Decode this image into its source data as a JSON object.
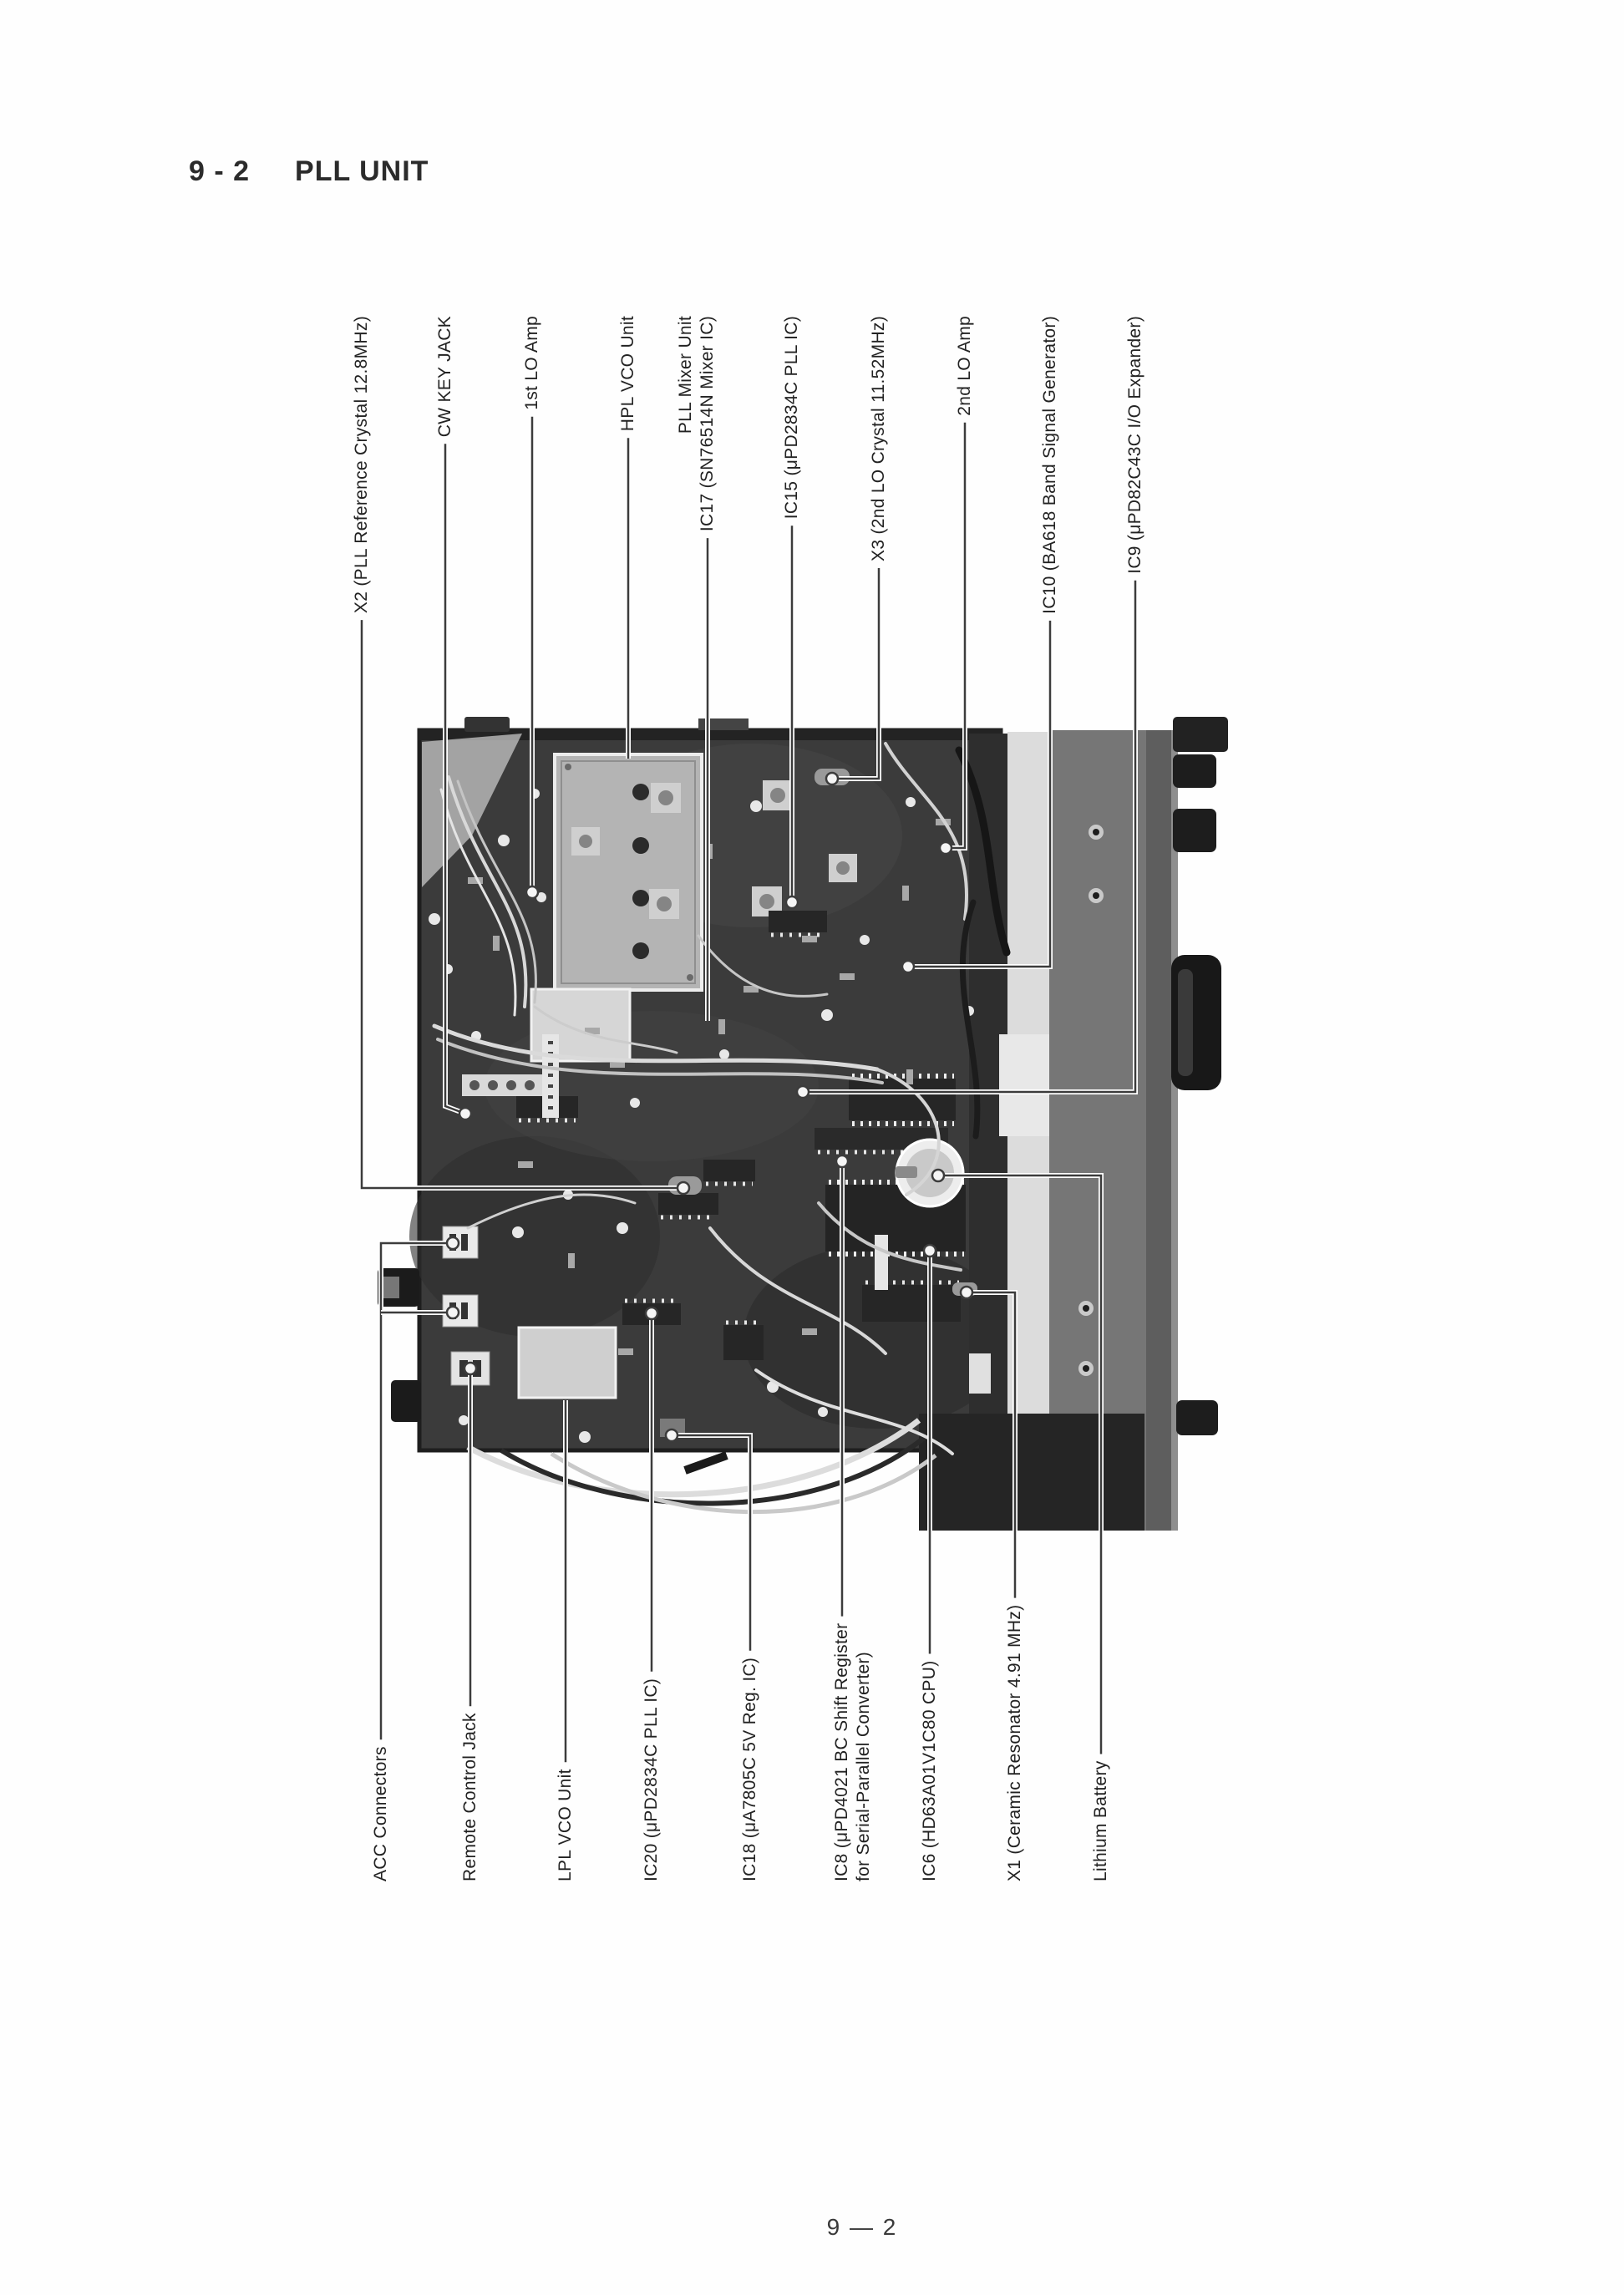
{
  "page": {
    "section_number": "9 - 2",
    "section_title": "PLL UNIT",
    "page_number": "9 — 2"
  },
  "figure": {
    "alt": "Top-view photograph of the PLL unit printed circuit board with callout leader lines",
    "top_labels": [
      {
        "id": "x2-crystal",
        "lines": [
          "X2 (PLL Reference Crystal 12.8MHz)"
        ]
      },
      {
        "id": "cw-key-jack",
        "lines": [
          "CW KEY JACK"
        ]
      },
      {
        "id": "first-lo-amp",
        "lines": [
          "1st LO Amp"
        ]
      },
      {
        "id": "hpl-vco-unit",
        "lines": [
          "HPL VCO Unit"
        ]
      },
      {
        "id": "pll-mixer-unit-ic17",
        "lines": [
          "PLL Mixer Unit",
          "IC17 (SN76514N Mixer IC)"
        ]
      },
      {
        "id": "ic15",
        "lines": [
          "IC15 (μPD2834C PLL IC)"
        ]
      },
      {
        "id": "x3-crystal",
        "lines": [
          "X3 (2nd LO Crystal 11.52MHz)"
        ]
      },
      {
        "id": "second-lo-amp",
        "lines": [
          "2nd LO Amp"
        ]
      },
      {
        "id": "ic10",
        "lines": [
          "IC10 (BA618 Band Signal Generator)"
        ]
      },
      {
        "id": "ic9",
        "lines": [
          "IC9 (μPD82C43C I/O Expander)"
        ]
      }
    ],
    "bottom_labels": [
      {
        "id": "acc-connectors",
        "lines": [
          "ACC Connectors"
        ]
      },
      {
        "id": "remote-control-jack",
        "lines": [
          "Remote Control Jack"
        ]
      },
      {
        "id": "lpl-vco-unit",
        "lines": [
          "LPL VCO Unit"
        ]
      },
      {
        "id": "ic20",
        "lines": [
          "IC20 (μPD2834C PLL IC)"
        ]
      },
      {
        "id": "ic18",
        "lines": [
          "IC18 (μA7805C 5V Reg. IC)"
        ]
      },
      {
        "id": "ic8",
        "lines": [
          "IC8 (μPD4021 BC Shift Register",
          "for Serial-Parallel Converter)"
        ]
      },
      {
        "id": "ic6",
        "lines": [
          "IC6 (HD63A01V1C80 CPU)"
        ]
      },
      {
        "id": "x1-resonator",
        "lines": [
          "X1 (Ceramic Resonator 4.91 MHz)"
        ]
      },
      {
        "id": "lithium-battery",
        "lines": [
          "Lithium Battery"
        ]
      }
    ]
  }
}
